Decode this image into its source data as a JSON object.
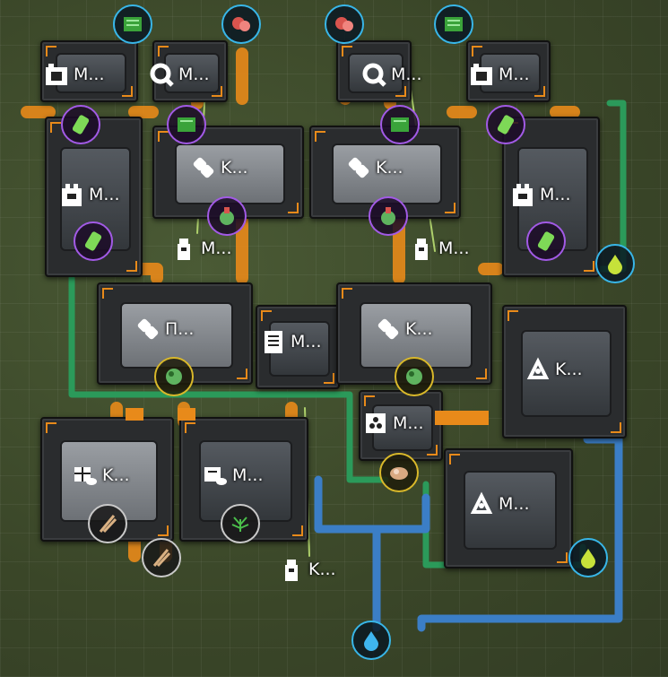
{
  "buildings": {
    "asm_tl_label": "M...",
    "asm_tr_label": "M...",
    "cr_l_label": "M...",
    "cr_r_label": "M...",
    "chem_l_label": "M...",
    "chem_r_label": "M...",
    "pump_l_label": "K...",
    "pump_r_label": "K...",
    "ref_l_label": "M...",
    "ref_r_label": "M...",
    "mid_label": "П...",
    "recycler_label": "M...",
    "nucl_t_label": "K...",
    "nucl_b_label": "K...",
    "lab_l_label": "M...",
    "lab_r_label": "M...",
    "pump_b_label": "K..."
  },
  "colors": {
    "orange_pipe": "#e88a1a",
    "blue_pipe": "#3b7ec6",
    "green_pipe": "#2b9a5a",
    "ring_blue": "#38b6e8",
    "ring_purple": "#a25ae6",
    "ring_yellow": "#d9b82a",
    "ring_grey": "#c9c9c9"
  },
  "icons": {
    "input_green_a": "green-circuit-icon",
    "input_red_a": "red-ore-icon",
    "input_red_b": "red-ore-icon",
    "input_green_b": "green-circuit-icon",
    "lubricant": "green-barrel-icon",
    "water": "water-drop-icon",
    "fuel": "green-drop-icon"
  }
}
